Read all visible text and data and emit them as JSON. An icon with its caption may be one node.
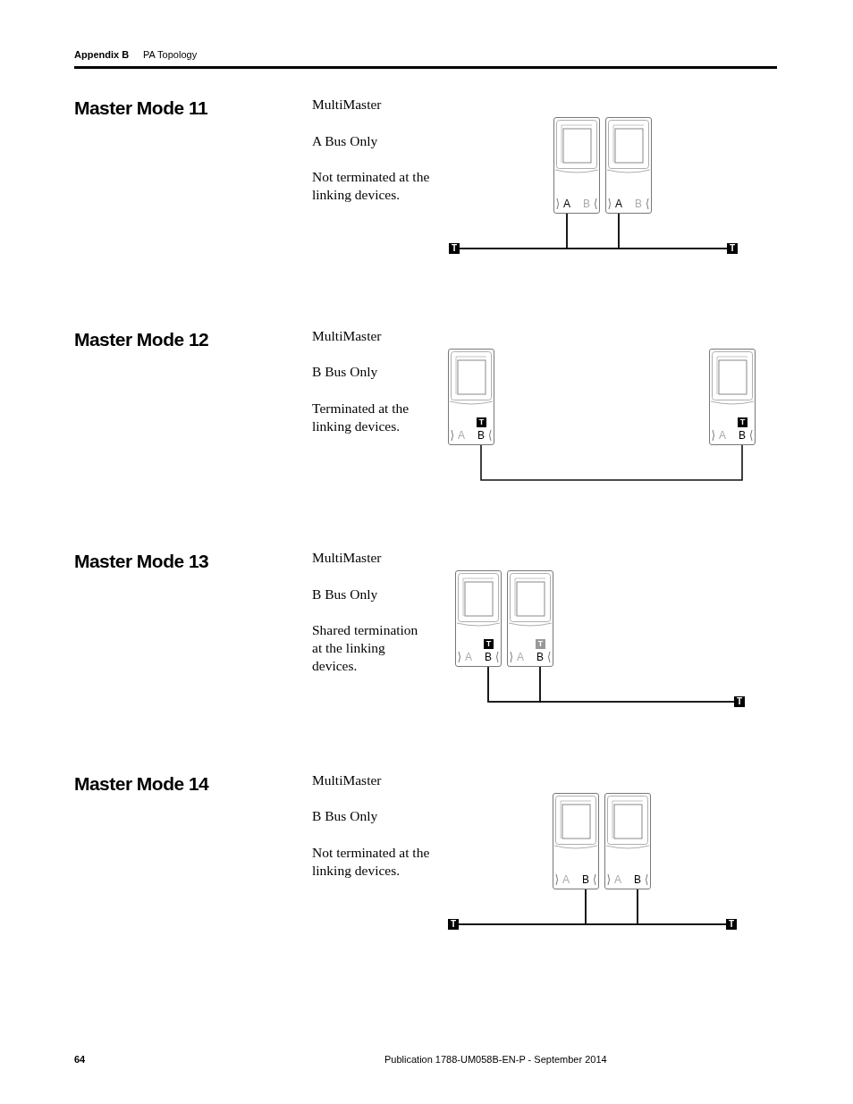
{
  "diagram": {
    "nodes": [
      {
        "text": [
          "A",
          "B"
        ]
      },
      {
        "text": [
          "A",
          "B"
        ]
      },
      {
        "text": [
          "T"
        ]
      },
      {
        "text": [
          "T"
        ]
      },
      {
        "text": [
          "T",
          "A",
          "B"
        ]
      },
      {
        "text": [
          "T",
          "A",
          "B"
        ]
      },
      {
        "text": [
          "T",
          "A",
          "B"
        ]
      },
      {
        "text": [
          "T",
          "A",
          "B"
        ]
      },
      {
        "text": [
          "T"
        ]
      },
      {
        "text": [
          "A",
          "B"
        ]
      },
      {
        "text": [
          "A",
          "B"
        ]
      },
      {
        "text": [
          "T"
        ]
      },
      {
        "text": [
          "T"
        ]
      }
    ],
    "edges": [
      {
        "from": 2,
        "to": 3,
        "arrow": "none"
      },
      {
        "from": 0,
        "to": 2,
        "arrow": "none"
      },
      {
        "from": 0,
        "to": 3,
        "arrow": "none"
      },
      {
        "from": 1,
        "to": 2,
        "arrow": "none"
      },
      {
        "from": 1,
        "to": 3,
        "arrow": "none"
      },
      {
        "from": 4,
        "to": 5,
        "arrow": "none"
      },
      {
        "from": 6,
        "to": 8,
        "arrow": "none"
      },
      {
        "from": 7,
        "to": 8,
        "arrow": "none"
      },
      {
        "from": 6,
        "to": 7,
        "arrow": "none"
      },
      {
        "from": 11,
        "to": 12,
        "arrow": "none"
      },
      {
        "from": 9,
        "to": 11,
        "arrow": "none"
      },
      {
        "from": 9,
        "to": 12,
        "arrow": "none"
      },
      {
        "from": 10,
        "to": 11,
        "arrow": "none"
      },
      {
        "from": 10,
        "to": 12,
        "arrow": "none"
      }
    ],
    "labels": [
      "Appendix B",
      "PA Topology",
      "Master Mode 11",
      "MultiMaster",
      "A Bus Only",
      "Not terminated at the linking devices.",
      "Master Mode 12",
      "MultiMaster",
      "B Bus Only",
      "Terminated at the linking devices.",
      "Master Mode 13",
      "MultiMaster",
      "B Bus Only",
      "Shared termination at the linking devices.",
      "Master Mode 14",
      "MultiMaster",
      "B Bus Only",
      "Not terminated at the linking devices.",
      "64",
      "Publication 1788-UM058B-EN-P - September 2014"
    ]
  }
}
